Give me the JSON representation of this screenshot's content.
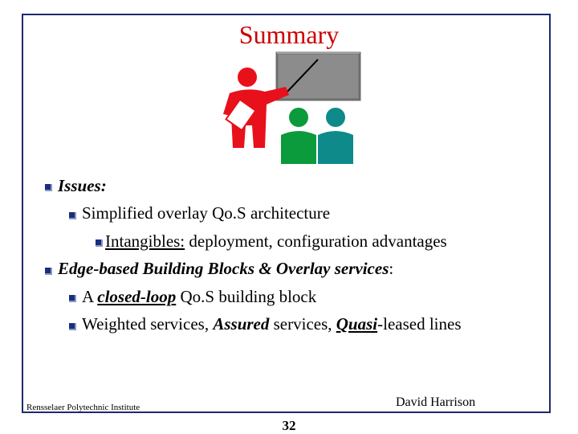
{
  "slide": {
    "title": "Summary",
    "bullets": {
      "issues": {
        "label": "Issues:"
      },
      "simplified": {
        "text": "Simplified overlay Qo.S architecture"
      },
      "intangibles": {
        "label": "Intangibles:",
        "rest": " deployment, configuration advantages"
      },
      "edge": {
        "label": "Edge-based Building Blocks & Overlay services",
        "colon": ":"
      },
      "closed_loop": {
        "prefix": "A ",
        "emph": "closed-loop",
        "rest": " Qo.S building block"
      },
      "weighted": {
        "part1": "Weighted services, ",
        "assured": "Assured",
        "part2": " services, ",
        "quasi": "Quasi",
        "part3": "-leased lines"
      }
    }
  },
  "footer": {
    "institution": "Rensselaer Polytechnic Institute",
    "author": "David Harrison",
    "page_number": "32"
  },
  "colors": {
    "title": "#cc0000",
    "frame": "#1c2a6e",
    "bullet": "#1b2e7a",
    "presenter": "#e8101a",
    "listener_green": "#0b9a3c",
    "listener_teal": "#0e8a8a",
    "board": "#8c8c8c"
  },
  "icons": {
    "bullet": "square-bullet-icon",
    "illustration": "presenter-at-whiteboard-icon"
  }
}
